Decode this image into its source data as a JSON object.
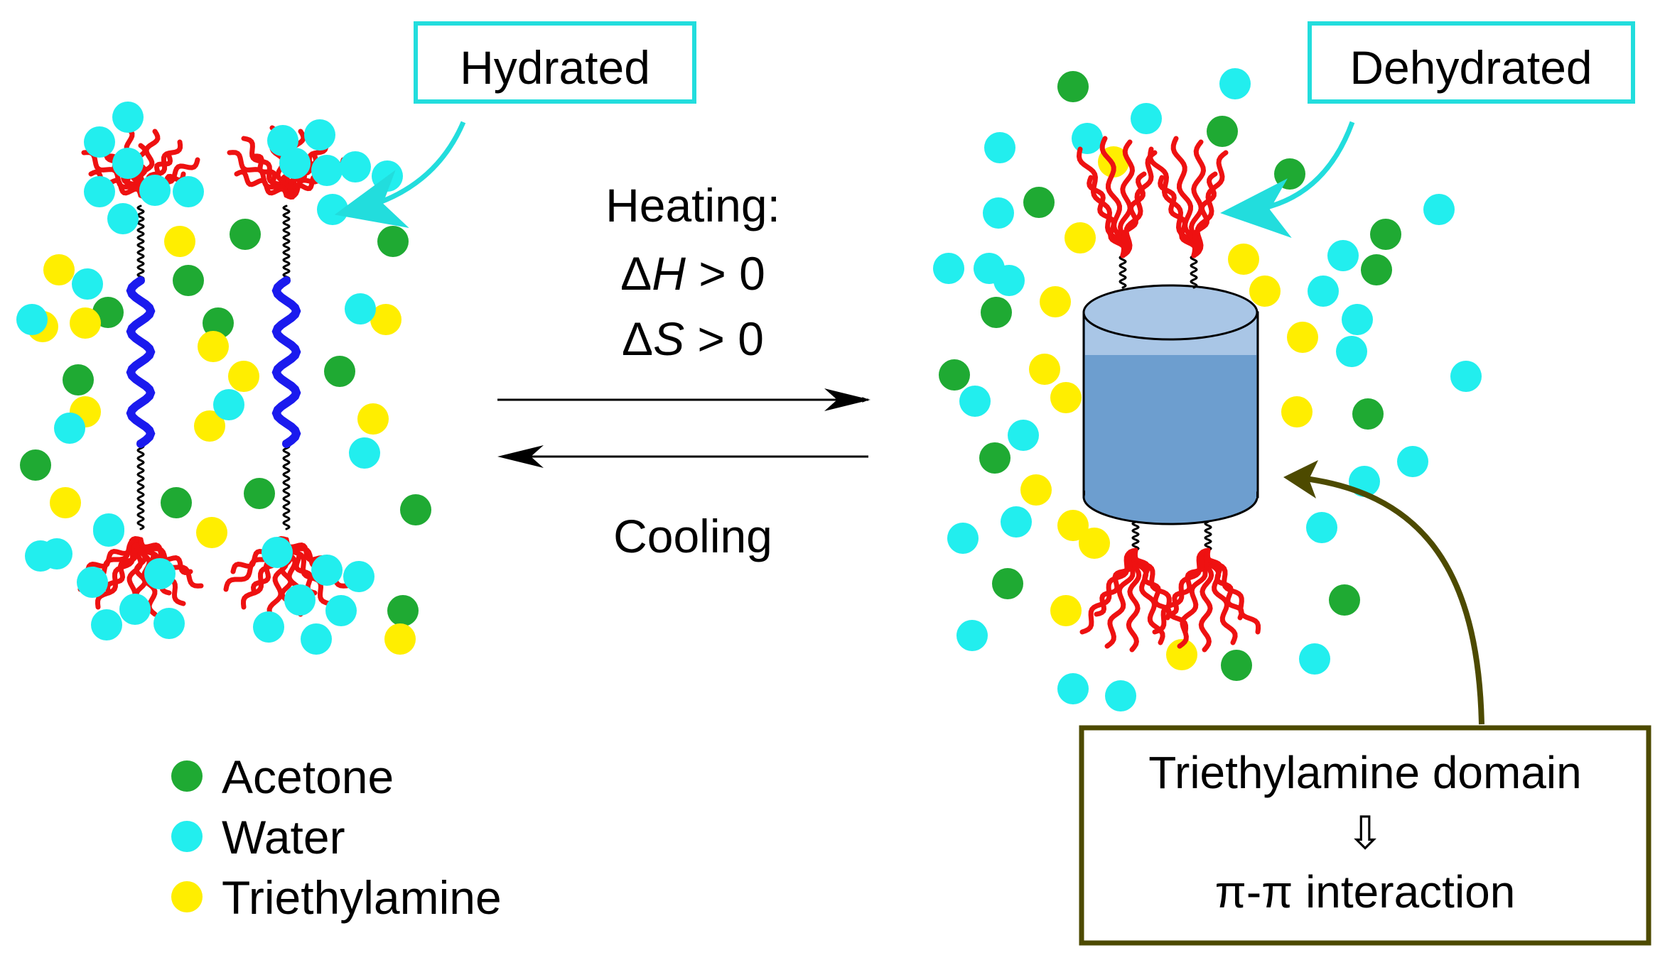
{
  "labels": {
    "hydrated": "Hydrated",
    "dehydrated": "Dehydrated",
    "heating": "Heating:",
    "delta_h_symbol": "Δ",
    "delta_h_var": "H",
    "delta_h_rest": " > 0",
    "delta_s_symbol": "Δ",
    "delta_s_var": "S",
    "delta_s_rest": " > 0",
    "cooling": "Cooling",
    "domain_line1": "Triethylamine domain",
    "domain_arrow": "⇩",
    "domain_line3": "π-π interaction"
  },
  "legend": [
    {
      "label": "Acetone",
      "color": "#1faa33"
    },
    {
      "label": "Water",
      "color": "#22eeee"
    },
    {
      "label": "Triethylamine",
      "color": "#ffee00"
    }
  ],
  "colors": {
    "acetone": "#1faa33",
    "water": "#22eeee",
    "triethylamine": "#ffee00",
    "red_chain": "#ee1111",
    "blue_chain": "#1a1aee",
    "cyan_box": "#22dddd",
    "olive_box": "#4d4a00",
    "cylinder_body": "#6d9ecf",
    "cylinder_top": "#a9c6e6"
  },
  "icons": {
    "arrow_right": "arrow-right-icon",
    "arrow_left": "arrow-left-icon",
    "down_arrow": "down-arrow-icon"
  }
}
